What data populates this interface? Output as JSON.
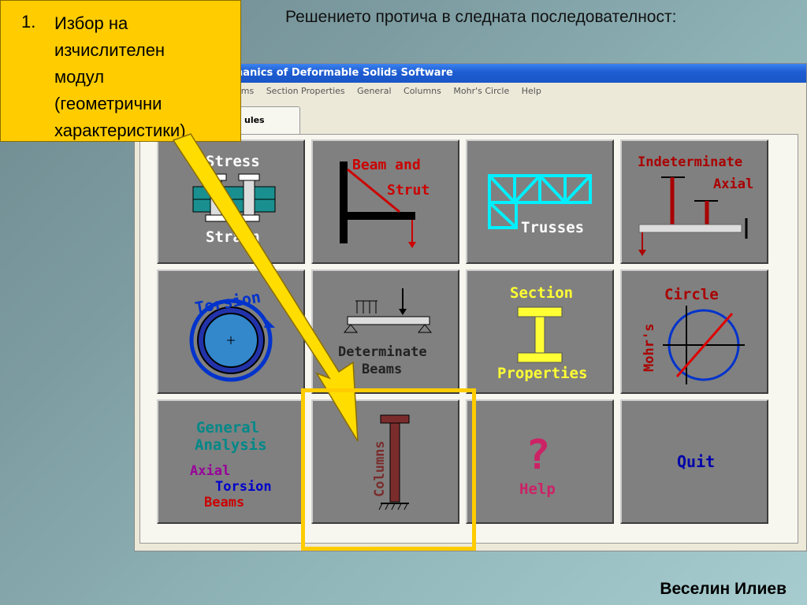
{
  "slide": {
    "heading": "Решението протича в следната последователност:",
    "author": "Веселин Илиев",
    "callout": {
      "number": "1.",
      "lines": [
        "Избор на",
        "изчислителен",
        "модул",
        "(геометрични",
        "характеристики)"
      ]
    }
  },
  "app": {
    "title": "hanics of Deformable Solids Software",
    "menu": [
      "ams",
      "Section Properties",
      "General",
      "Columns",
      "Mohr's Circle",
      "Help"
    ],
    "tab_label": "ules",
    "modules": {
      "stress": {
        "top": "Stress",
        "bottom": "Strain"
      },
      "beam": {
        "line1": "Beam and",
        "line2": "Strut"
      },
      "trusses": {
        "label": "Trusses"
      },
      "indeterminate": {
        "line1": "Indeterminate",
        "line2": "Axial"
      },
      "torsion": {
        "label": "Torsion"
      },
      "determinate": {
        "line1": "Determinate",
        "line2": "Beams"
      },
      "section": {
        "top": "Section",
        "bottom": "Properties"
      },
      "mohr": {
        "circle": "Circle",
        "mohrs": "Mohr's"
      },
      "general": {
        "line1": "General",
        "line2": "Analysis",
        "axial": "Axial",
        "torsion": "Torsion",
        "beams": "Beams"
      },
      "columns": {
        "label": "Columns"
      },
      "help": {
        "glyph": "?",
        "label": "Help"
      },
      "quit": {
        "label": "Quit"
      }
    }
  },
  "colors": {
    "callout": "#ffcc00",
    "titlebar": "#1d5cd1",
    "tile": "#808080"
  }
}
